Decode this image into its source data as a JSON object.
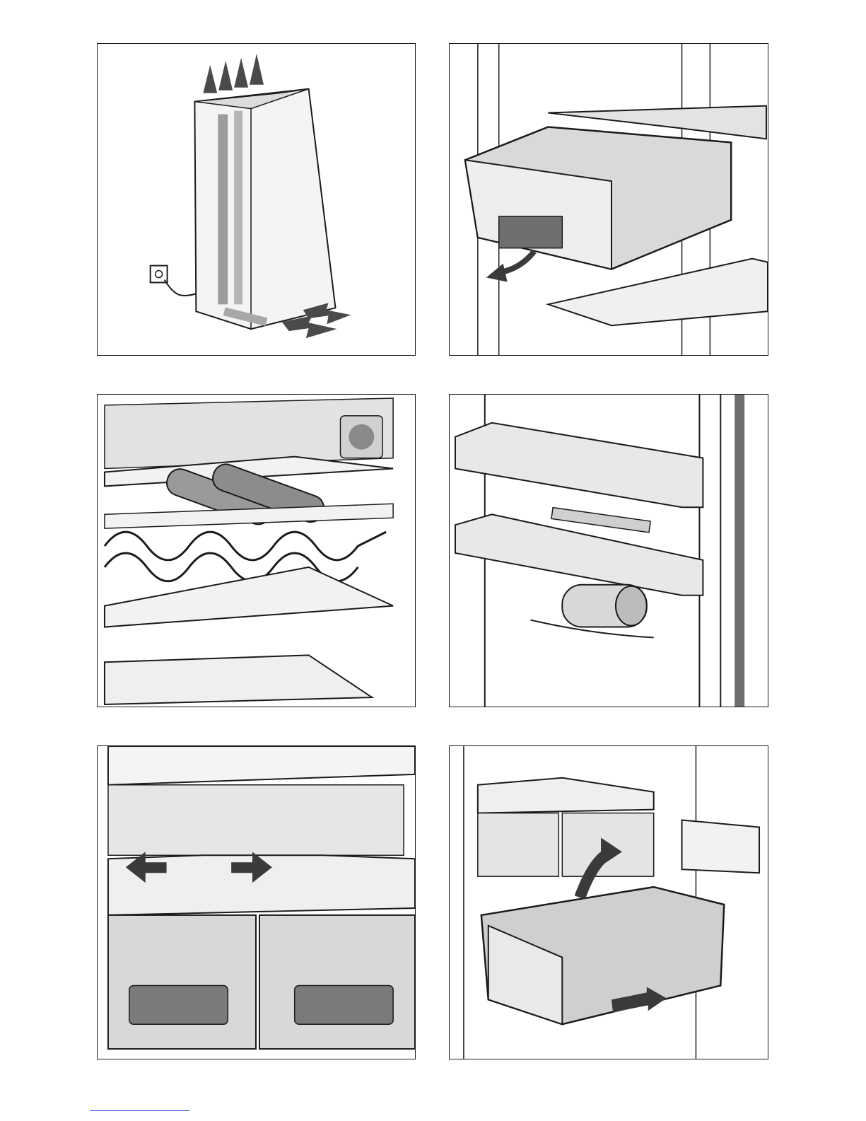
{
  "panels": [
    {
      "id": "ventilation",
      "figure": "appliance-air-circulation"
    },
    {
      "id": "drawer-removal",
      "figure": "drawer-tilt-out"
    },
    {
      "id": "bottle-rack",
      "figure": "wine-bottle-rack"
    },
    {
      "id": "door-shelves",
      "figure": "door-racks-with-can-holder"
    },
    {
      "id": "drawer-divider",
      "figure": "adjustable-drawer-cover"
    },
    {
      "id": "crisper-removal",
      "figure": "crisper-drawer-pull-out"
    }
  ],
  "colors": {
    "line": "#1a1a1a",
    "arrow": "#3a3a3a",
    "fill_light": "#e6e6e6",
    "fill_mid": "#bdbdbd",
    "fill_dark": "#6f6f6f",
    "link": "#2b3fd6"
  }
}
